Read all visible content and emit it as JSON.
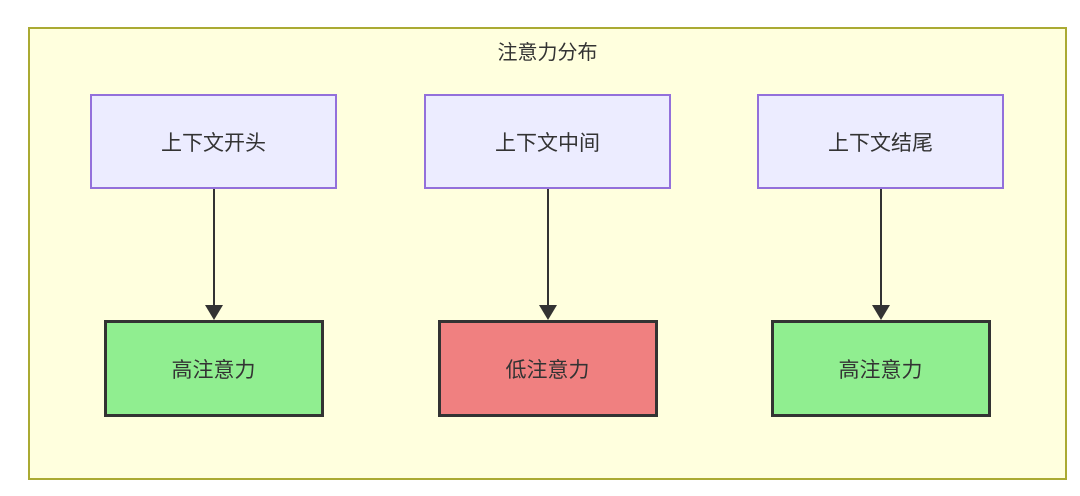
{
  "diagram": {
    "title": "注意力分布",
    "colors": {
      "container_bg": "#ffffde",
      "container_border": "#aaaa33",
      "top_node_bg": "#ececff",
      "top_node_border": "#9370db",
      "high_bg": "#90ee90",
      "low_bg": "#f08080",
      "bottom_node_border": "#333333",
      "arrow": "#333333",
      "text": "#333333"
    },
    "columns": [
      {
        "source": "上下文开头",
        "target": "高注意力",
        "level": "high"
      },
      {
        "source": "上下文中间",
        "target": "低注意力",
        "level": "low"
      },
      {
        "source": "上下文结尾",
        "target": "高注意力",
        "level": "high"
      }
    ]
  }
}
